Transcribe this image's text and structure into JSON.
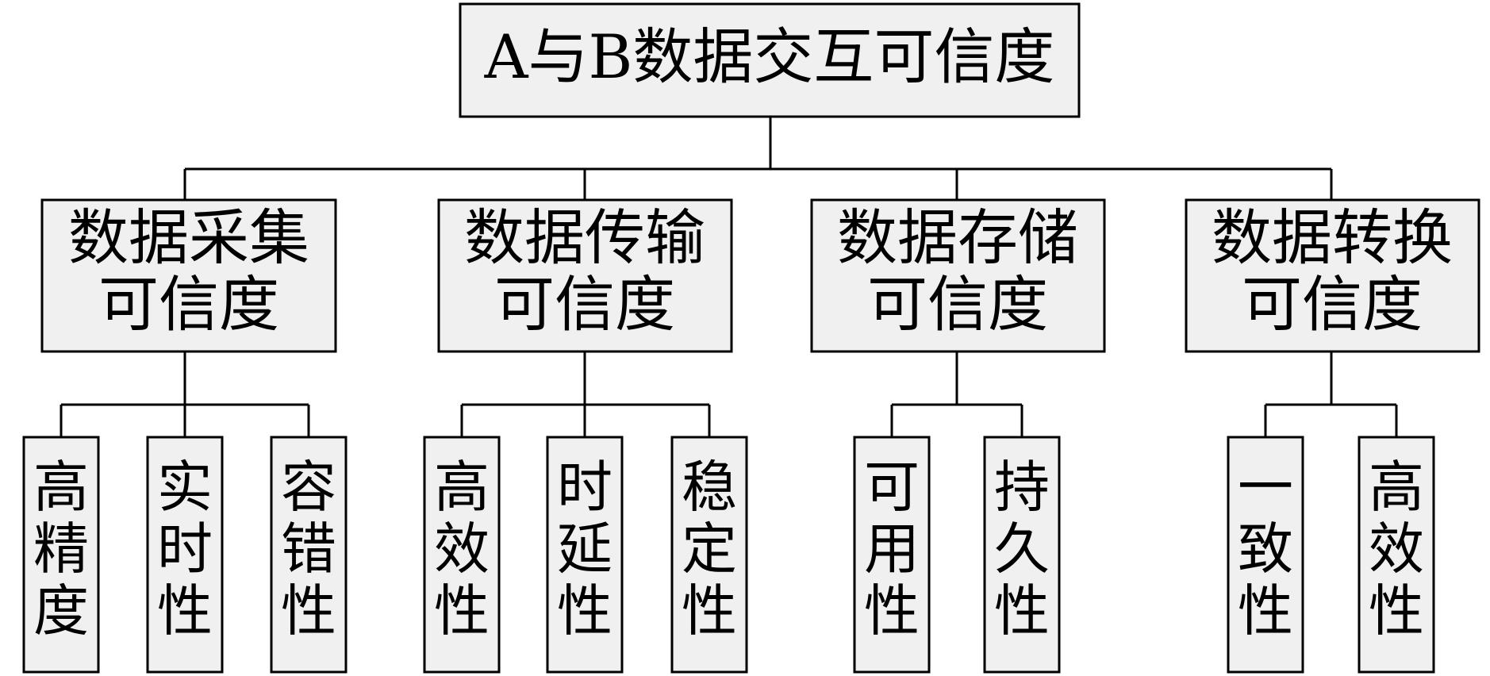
{
  "root": {
    "label": "A与B数据交互可信度"
  },
  "categories": [
    {
      "line1": "数据采集",
      "line2": "可信度",
      "attributes": [
        [
          "高",
          "精",
          "度"
        ],
        [
          "实",
          "时",
          "性"
        ],
        [
          "容",
          "错",
          "性"
        ]
      ]
    },
    {
      "line1": "数据传输",
      "line2": "可信度",
      "attributes": [
        [
          "高",
          "效",
          "性"
        ],
        [
          "时",
          "延",
          "性"
        ],
        [
          "稳",
          "定",
          "性"
        ]
      ]
    },
    {
      "line1": "数据存储",
      "line2": "可信度",
      "attributes": [
        [
          "可",
          "用",
          "性"
        ],
        [
          "持",
          "久",
          "性"
        ]
      ]
    },
    {
      "line1": "数据转换",
      "line2": "可信度",
      "attributes": [
        [
          "一",
          "致",
          "性"
        ],
        [
          "高",
          "效",
          "性"
        ]
      ]
    }
  ],
  "colors": {
    "box_fill": "#f0f0f0",
    "stroke": "#000000",
    "text": "#000000"
  }
}
